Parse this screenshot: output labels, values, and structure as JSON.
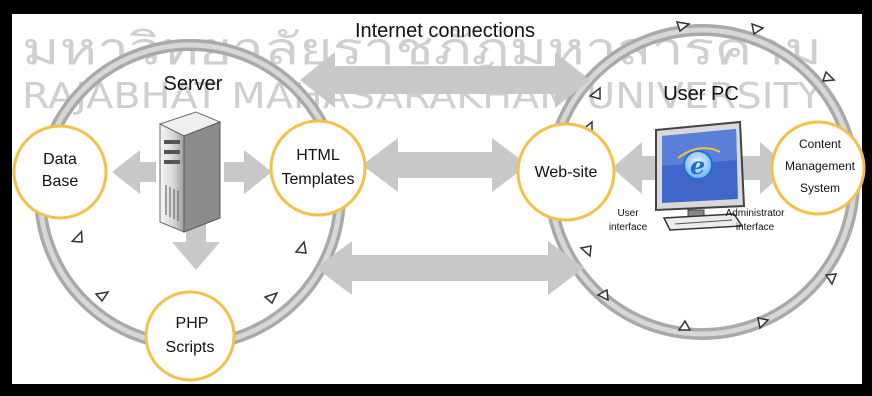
{
  "title": "Internet connections",
  "server_label": "Server",
  "userpc_label": "User PC",
  "nodes": {
    "database": [
      "Data",
      "Base"
    ],
    "html_templates": [
      "HTML",
      "Templates"
    ],
    "php_scripts": [
      "PHP",
      "Scripts"
    ],
    "website": [
      "Web-site"
    ],
    "cms": [
      "Content",
      "Management",
      "System"
    ]
  },
  "interface_labels": {
    "user": [
      "User",
      "interface"
    ],
    "admin": [
      "Administrator",
      "interface"
    ]
  },
  "watermark": {
    "line1": "มหาวิทยาลัยราชภัฏมหาสารคาม",
    "line2": "RAJABHAT MAHASARAKHAM UNIVERSITY"
  },
  "colors": {
    "ring": "#a9a9a9",
    "ring_light": "#d4d4d4",
    "node_border": "#f2c14a",
    "arrow": "#c8c8c8",
    "ie_blue": "#1d6fd6",
    "frame": "#000000"
  }
}
